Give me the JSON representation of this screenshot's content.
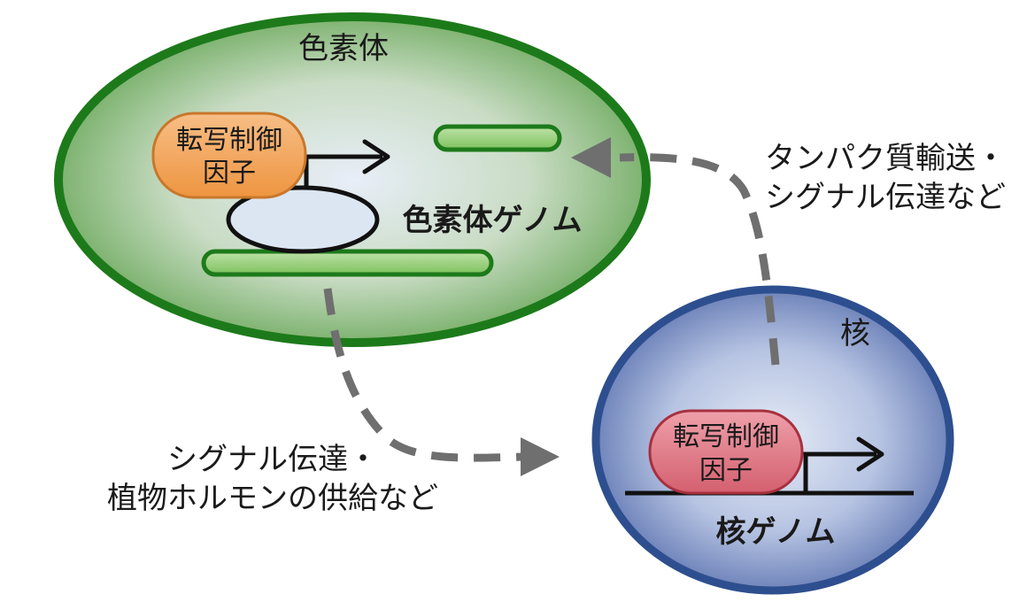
{
  "plastid": {
    "title": "色素体",
    "genome_label": "色素体ゲノム",
    "factor_line1": "転写制御",
    "factor_line2": "因子"
  },
  "nucleus": {
    "title": "核",
    "genome_label": "核ゲノム",
    "factor_line1": "転写制御",
    "factor_line2": "因子"
  },
  "arrows": {
    "nucleus_to_plastid_line1": "タンパク質輸送・",
    "nucleus_to_plastid_line2": "シグナル伝達など",
    "plastid_to_nucleus_line1": "シグナル伝達・",
    "plastid_to_nucleus_line2": "植物ホルモンの供給など"
  },
  "colors": {
    "plastid_border": "#1d7a1a",
    "plastid_fill_center": "#e8eef8",
    "plastid_fill_edge": "#6aa85a",
    "nucleus_border": "#2e4f8f",
    "nucleus_fill_center": "#e6ecf6",
    "nucleus_fill_edge": "#5d74b0",
    "plastid_factor_fill": "#f2a55a",
    "nucleus_factor_fill": "#d9707e",
    "dashed_arrow": "#6f6f6f"
  }
}
